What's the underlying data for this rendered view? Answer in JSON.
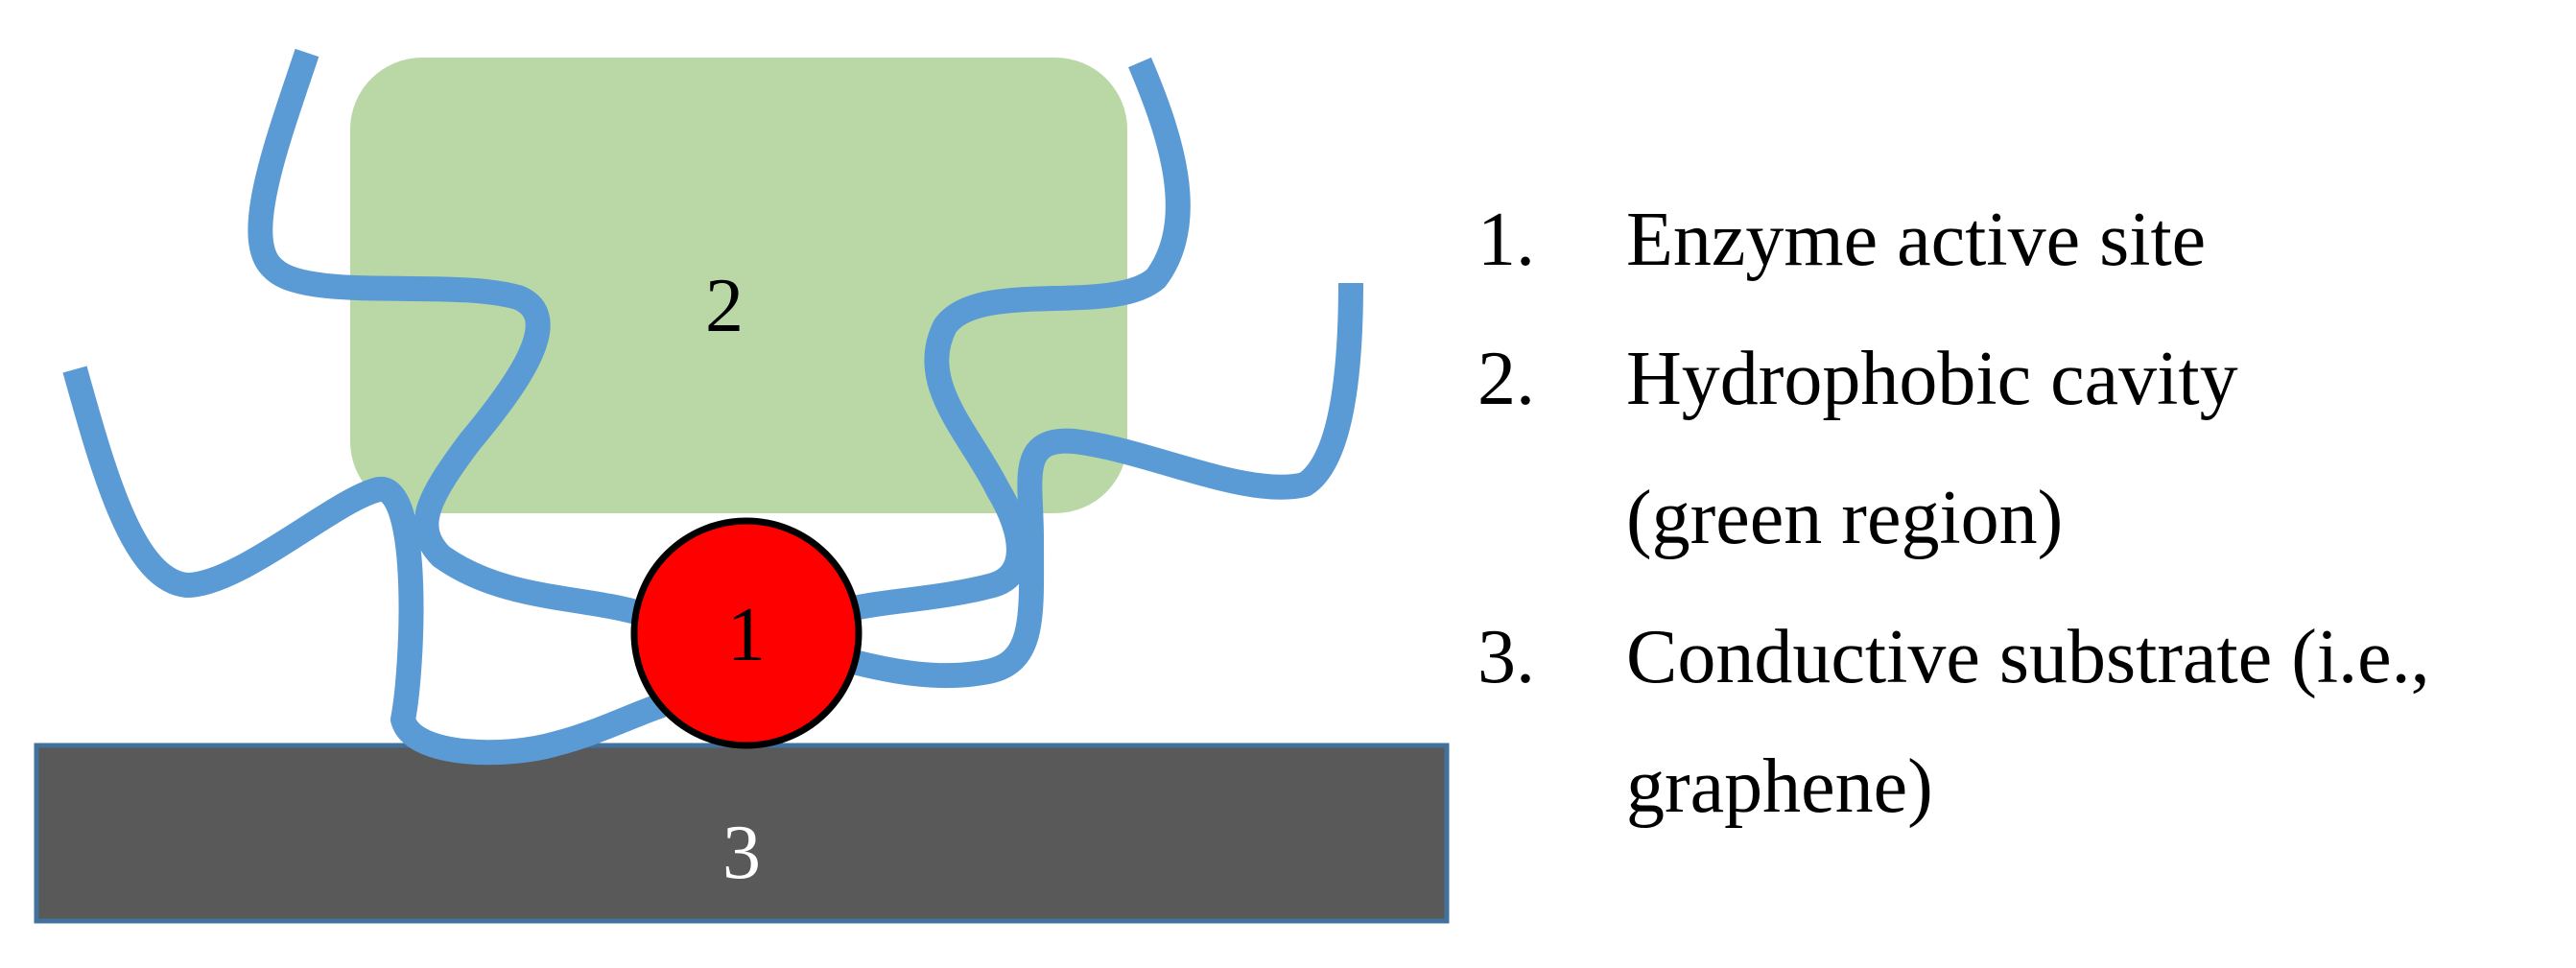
{
  "colors": {
    "cavity": "#b9d8a6",
    "chain": "#5b9bd5",
    "active_site": "#ff0000",
    "substrate": "#595959",
    "substrate_border": "#41719c"
  },
  "diagram": {
    "site_label": "1",
    "cavity_label": "2",
    "substrate_label": "3"
  },
  "legend": {
    "items": [
      {
        "number": "1.",
        "lines": [
          "Enzyme active site"
        ]
      },
      {
        "number": "2.",
        "lines": [
          "Hydrophobic cavity",
          "(green region)"
        ]
      },
      {
        "number": "3.",
        "lines": [
          "Conductive substrate (i.e.,",
          "graphene)"
        ]
      }
    ]
  }
}
